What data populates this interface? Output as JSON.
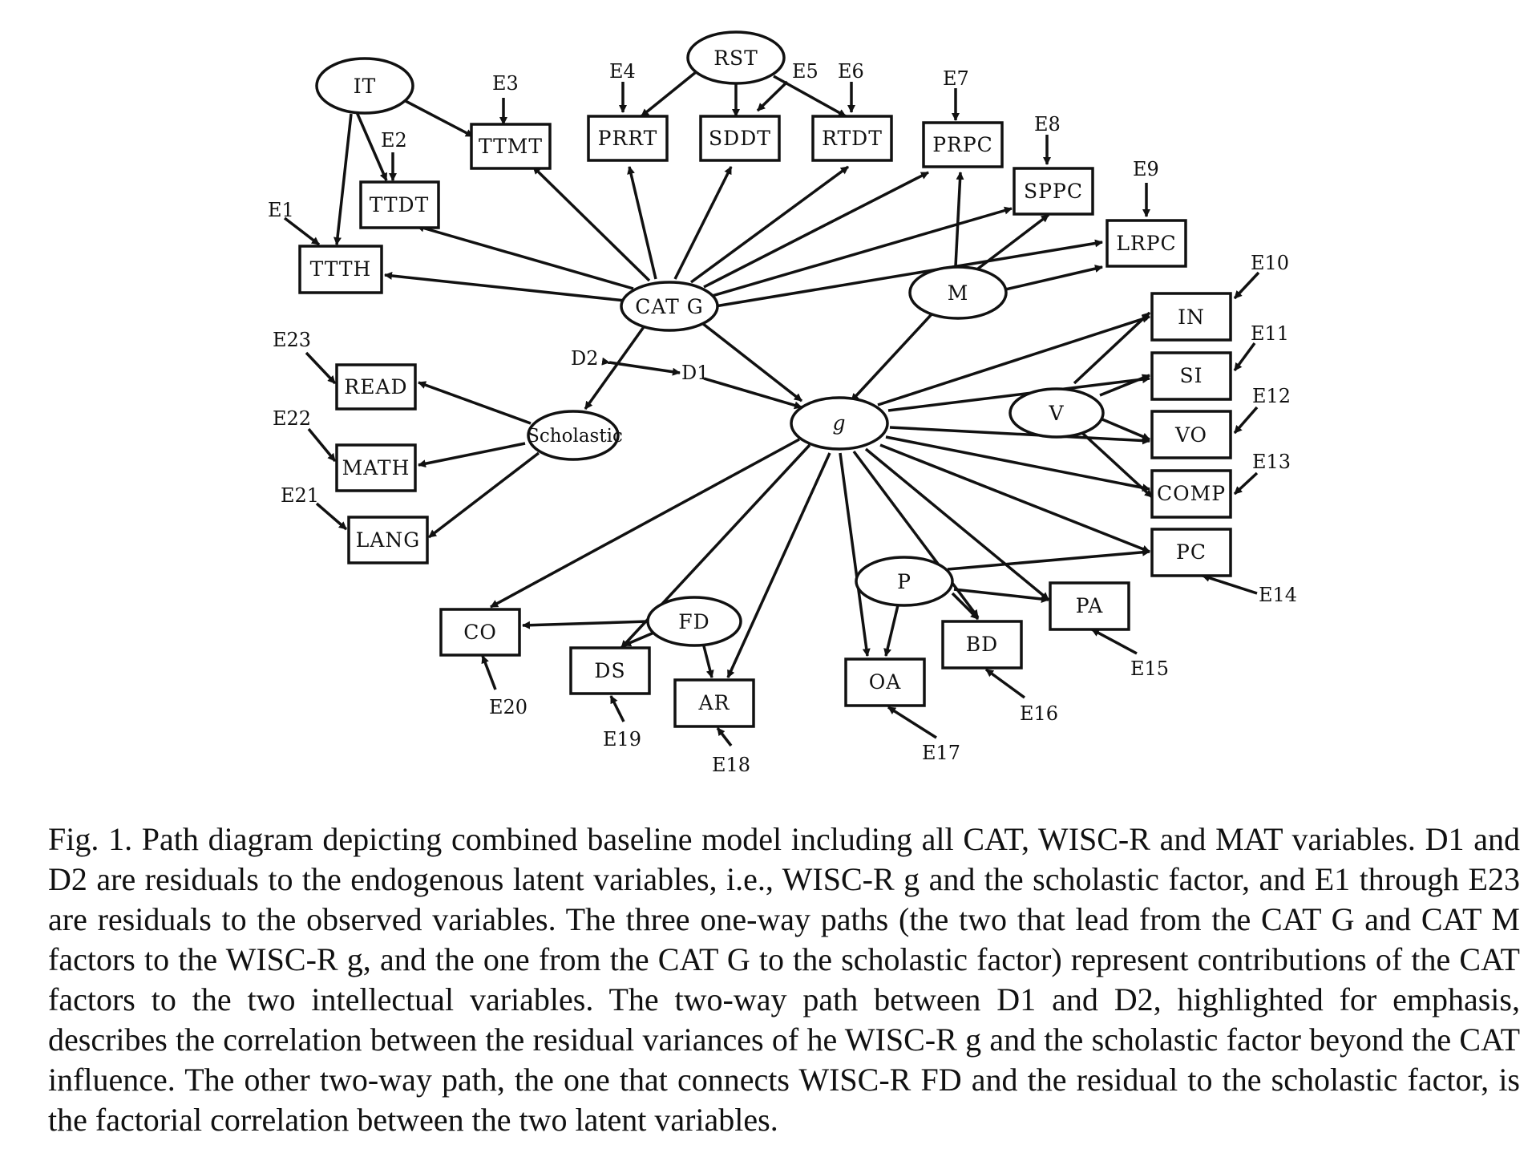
{
  "figure": {
    "caption": "Fig. 1. Path diagram depicting combined baseline model including all CAT, WISC-R and MAT variables. D1 and D2 are residuals to the endogenous latent variables, i.e., WISC-R g and the scholastic factor, and E1 through E23 are residuals to the observed variables. The three one-way paths (the two that lead from the CAT G and CAT M factors to the WISC-R g, and the one from the CAT G to the scholastic factor) represent contributions of the CAT factors to the two intellectual variables. The two-way path between D1 and D2, highlighted for emphasis, describes the correlation between the residual variances of he WISC-R g and the scholastic factor beyond the CAT influence. The other two-way path, the one that connects WISC-R FD and the residual to the scholastic factor, is the factorial correlation between the two latent variables."
  },
  "latent_variables": {
    "IT": "IT",
    "RST": "RST",
    "CATG": "CAT G",
    "M": "M",
    "g": "g",
    "V": "V",
    "P": "P",
    "FD": "FD",
    "Scholastic": "Scholastic"
  },
  "observed_variables": {
    "TTMT": "TTMT",
    "TTDT": "TTDT",
    "TTTH": "TTTH",
    "PRRT": "PRRT",
    "SDDT": "SDDT",
    "RTDT": "RTDT",
    "PRPC": "PRPC",
    "SPPC": "SPPC",
    "LRPC": "LRPC",
    "IN": "IN",
    "SI": "SI",
    "VO": "VO",
    "COMP": "COMP",
    "PC": "PC",
    "PA": "PA",
    "BD": "BD",
    "OA": "OA",
    "AR": "AR",
    "DS": "DS",
    "CO": "CO",
    "READ": "READ",
    "MATH": "MATH",
    "LANG": "LANG"
  },
  "residuals": {
    "E1": "E1",
    "E2": "E2",
    "E3": "E3",
    "E4": "E4",
    "E5": "E5",
    "E6": "E6",
    "E7": "E7",
    "E8": "E8",
    "E9": "E9",
    "E10": "E10",
    "E11": "E11",
    "E12": "E12",
    "E13": "E13",
    "E14": "E14",
    "E15": "E15",
    "E16": "E16",
    "E17": "E17",
    "E18": "E18",
    "E19": "E19",
    "E20": "E20",
    "E21": "E21",
    "E22": "E22",
    "E23": "E23",
    "D1": "D1",
    "D2": "D2"
  }
}
